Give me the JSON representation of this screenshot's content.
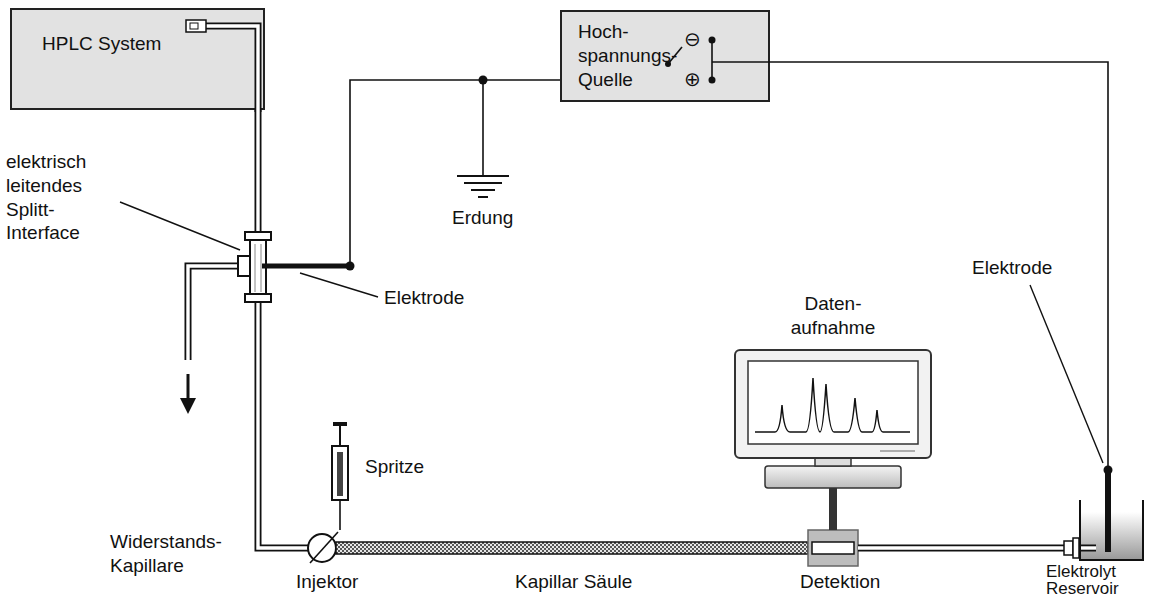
{
  "diagram": {
    "nodes": [
      {
        "text": [
          "HPLC System"
        ]
      },
      {
        "text": [
          "Hoch- spannungs- Quelle"
        ]
      }
    ],
    "labels": [
      "elektrisch leitendes Splitt-Interface",
      "⊖",
      "⊕",
      "Erdung",
      "Elektrode",
      "Spritze",
      "Daten- aufnahme",
      "Elektrode",
      "Widerstands- Kapillare",
      "Injektor",
      "Kapillar Säule",
      "Detektion",
      "Elektrolyt Reservoir"
    ]
  }
}
